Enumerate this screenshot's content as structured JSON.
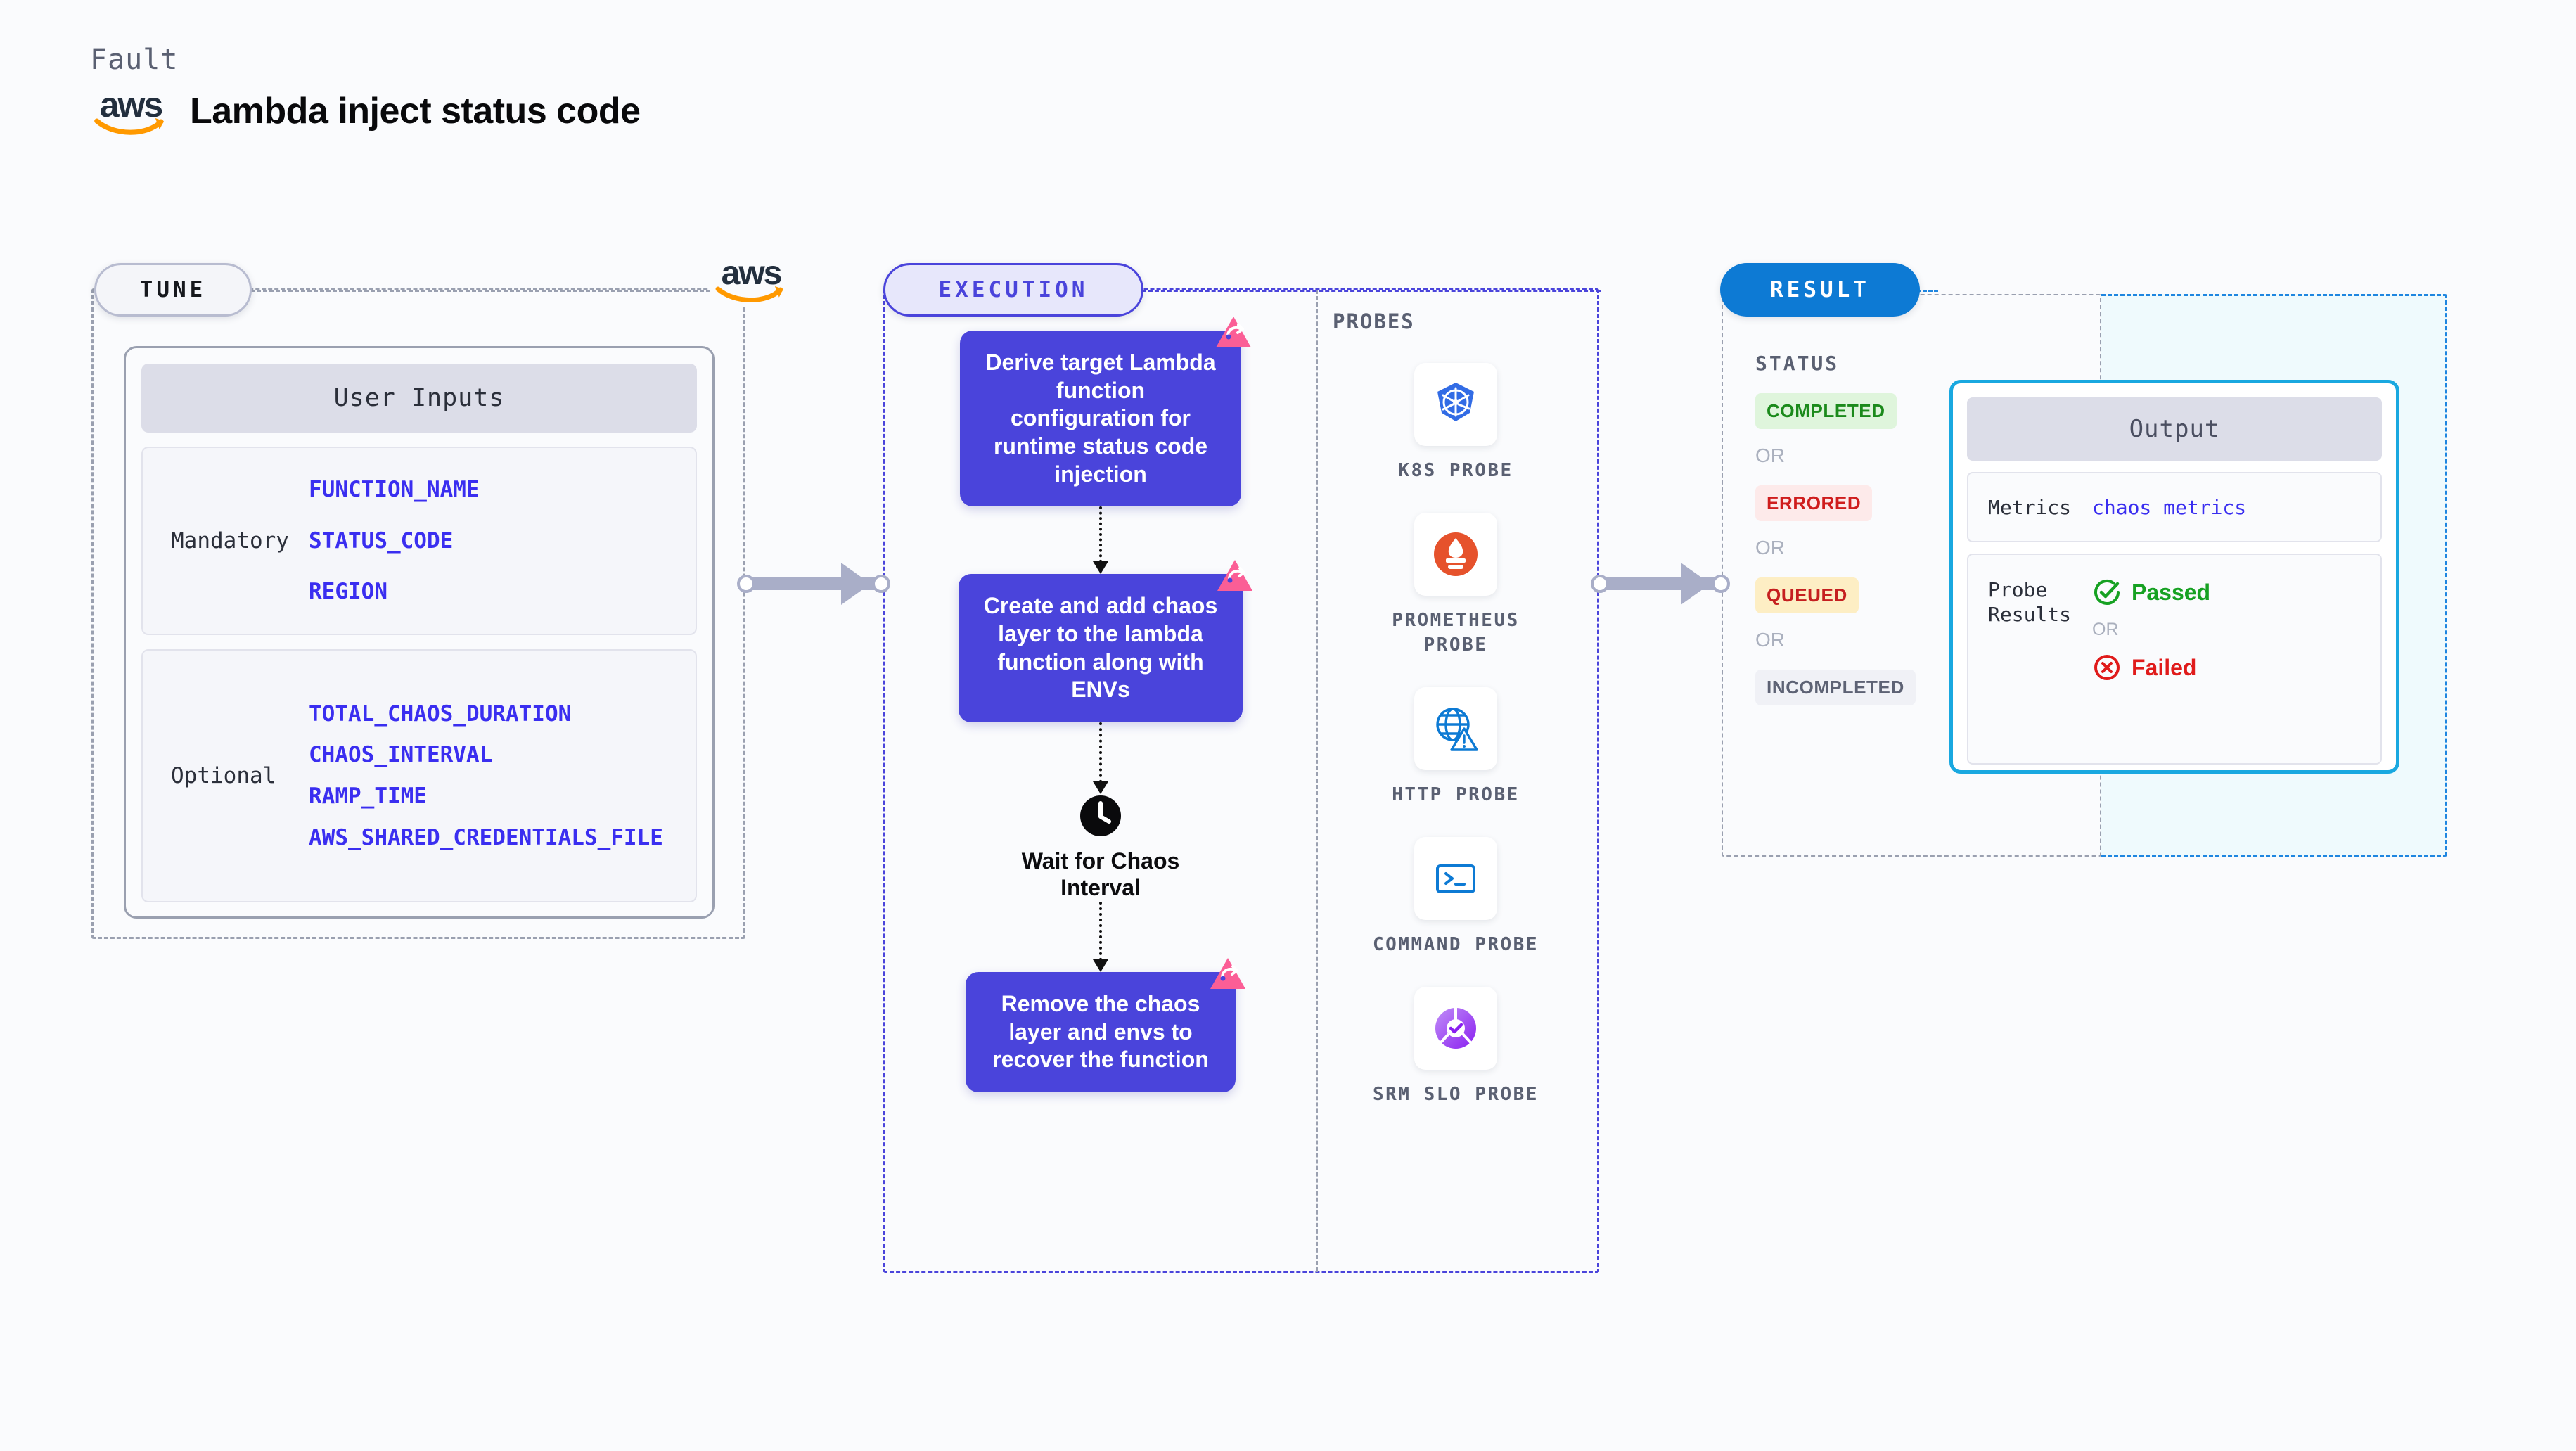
{
  "header": {
    "fault_label": "Fault",
    "title": "Lambda inject status code",
    "logo_text": "aws",
    "logo_name": "aws-logo"
  },
  "tune": {
    "pill_label": "TUNE",
    "card_title": "User Inputs",
    "groups": [
      {
        "label": "Mandatory",
        "params": [
          "FUNCTION_NAME",
          "STATUS_CODE",
          "REGION"
        ]
      },
      {
        "label": "Optional",
        "params": [
          "TOTAL_CHAOS_DURATION",
          "CHAOS_INTERVAL",
          "RAMP_TIME",
          "AWS_SHARED_CREDENTIALS_FILE"
        ]
      }
    ]
  },
  "execution": {
    "pill_label": "EXECUTION",
    "steps": [
      {
        "text": "Derive target Lambda function configuration for runtime status code injection",
        "badge": "litmus-icon"
      },
      {
        "text": "Create and add chaos layer to the lambda function along with ENVs",
        "badge": "litmus-icon"
      }
    ],
    "wait_node": {
      "icon": "clock-icon",
      "label": "Wait for Chaos Interval"
    },
    "final_step": {
      "text": "Remove the chaos layer and envs to recover the function",
      "badge": "litmus-icon"
    }
  },
  "probes": {
    "title": "PROBES",
    "items": [
      {
        "label": "K8S PROBE",
        "icon": "kubernetes-icon"
      },
      {
        "label": "PROMETHEUS PROBE",
        "icon": "prometheus-icon"
      },
      {
        "label": "HTTP PROBE",
        "icon": "http-globe-warning-icon"
      },
      {
        "label": "COMMAND PROBE",
        "icon": "terminal-icon"
      },
      {
        "label": "SRM SLO PROBE",
        "icon": "srm-slo-icon"
      }
    ]
  },
  "result": {
    "pill_label": "RESULT",
    "status_title": "STATUS",
    "or_label": "OR",
    "statuses": [
      {
        "label": "COMPLETED",
        "bg": "#dff5dc",
        "fg": "#1b8a1b"
      },
      {
        "label": "ERRORED",
        "bg": "#fdeaea",
        "fg": "#cf1d1d"
      },
      {
        "label": "QUEUED",
        "bg": "#fdeec4",
        "fg": "#c51f1f"
      },
      {
        "label": "INCOMPLETED",
        "bg": "#f0f1f6",
        "fg": "#5d6274"
      }
    ]
  },
  "output": {
    "title": "Output",
    "metrics_label": "Metrics",
    "metrics_value": "chaos metrics",
    "probe_results_label": "Probe Results",
    "or_label": "OR",
    "passed_label": "Passed",
    "failed_label": "Failed",
    "passed_icon": "check-circle-icon",
    "failed_icon": "x-circle-icon"
  },
  "colors": {
    "accent_purple": "#4a44db",
    "accent_blue": "#0d7ad4",
    "accent_cyan": "#19a8e0",
    "param_blue": "#3a2ef0",
    "litmus_pink": "#fb5e96",
    "aws_orange": "#ff9900",
    "page_bg": "#fafbfd"
  }
}
